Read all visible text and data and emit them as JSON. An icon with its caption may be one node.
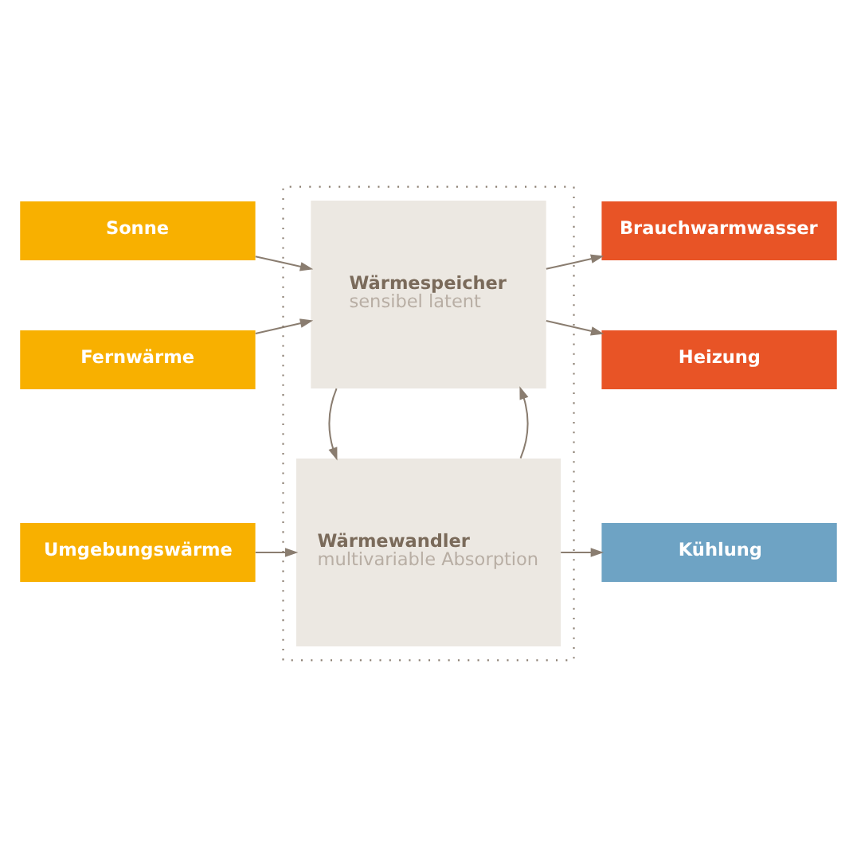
{
  "diagram": {
    "nodes": [
      {
        "text": [],
        "shape": "box"
      },
      {
        "text": [
          "Sonne"
        ]
      },
      {
        "text": [
          "Fernwärme"
        ]
      },
      {
        "text": [
          "Umgebungswärme"
        ]
      },
      {
        "text": [
          "Wärmespeicher",
          "sensibel latent"
        ],
        "in": 0
      },
      {
        "text": [
          "Wärmewandler",
          "multivariable Absorption"
        ],
        "in": 0
      },
      {
        "text": [
          "Brauchwarmwasser"
        ]
      },
      {
        "text": [
          "Heizung"
        ]
      },
      {
        "text": [
          "Kühlung"
        ]
      }
    ],
    "edges": [
      {
        "from": 1,
        "to": 4,
        "arrow": "to"
      },
      {
        "from": 2,
        "to": 4,
        "arrow": "to"
      },
      {
        "from": 3,
        "to": 5,
        "arrow": "to"
      },
      {
        "from": 4,
        "to": 6,
        "arrow": "to"
      },
      {
        "from": 4,
        "to": 7,
        "arrow": "to"
      },
      {
        "from": 5,
        "to": 8,
        "arrow": "to"
      },
      {
        "from": 5,
        "to": 4,
        "arrow": "to"
      },
      {
        "from": 4,
        "to": 5,
        "arrow": "to"
      }
    ]
  }
}
